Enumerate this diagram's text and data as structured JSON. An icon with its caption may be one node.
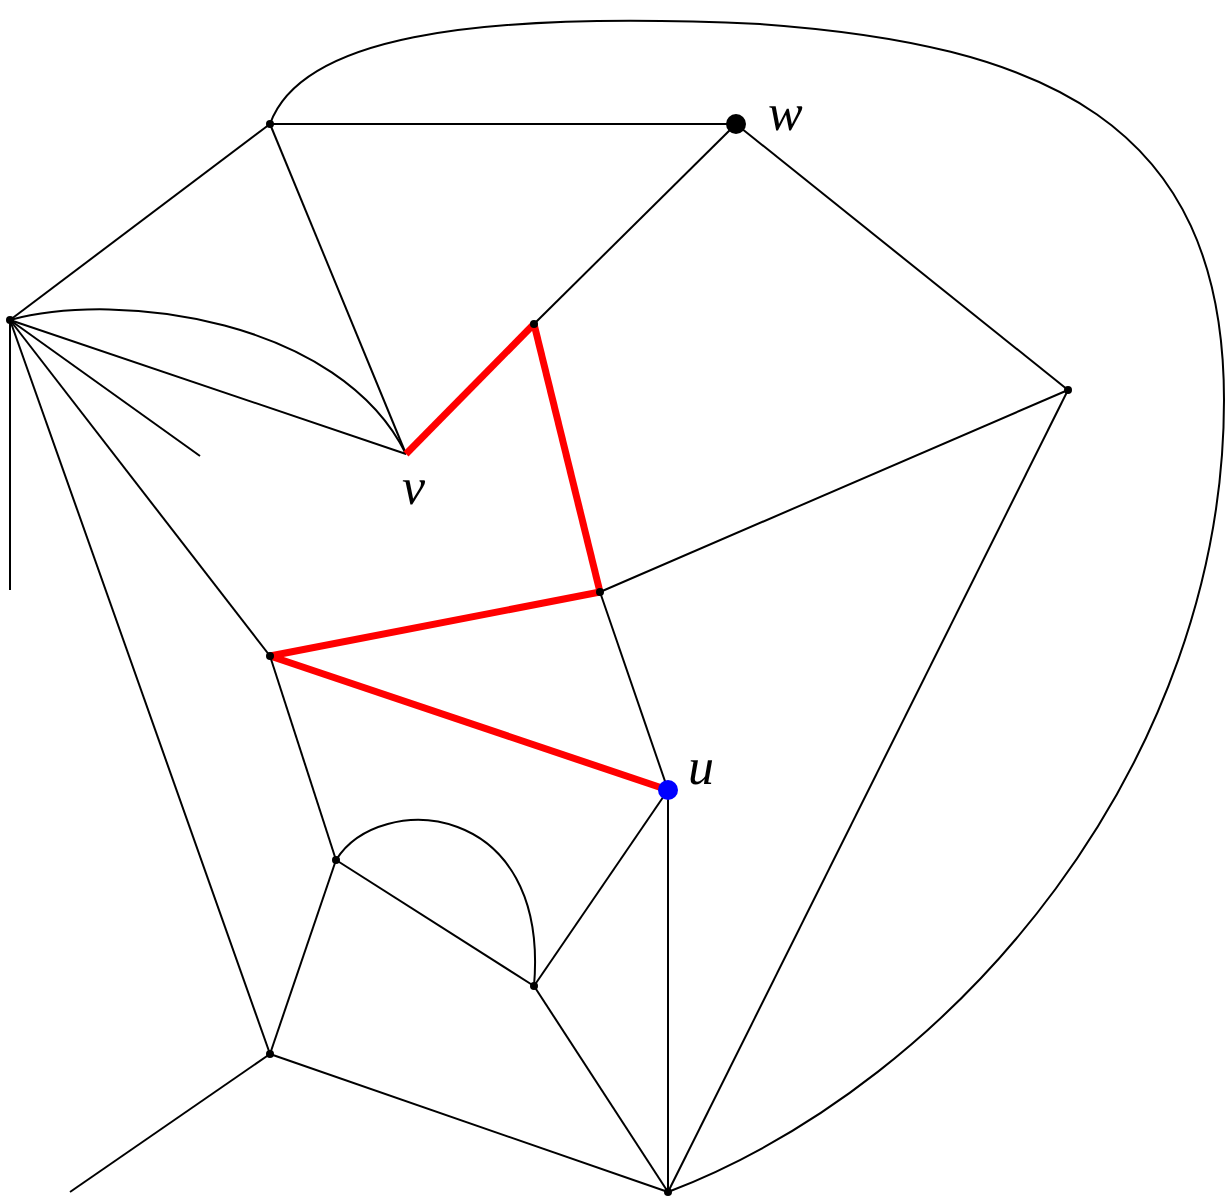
{
  "diagram": {
    "nodes": [
      {
        "text": [],
        "shape": "point"
      },
      {
        "text": [
          "w"
        ]
      },
      {
        "text": [],
        "shape": "point"
      },
      {
        "text": [],
        "shape": "point"
      },
      {
        "text": [],
        "shape": "point"
      },
      {
        "text": [
          "v"
        ]
      },
      {
        "text": [],
        "shape": "point"
      },
      {
        "text": [],
        "shape": "point"
      },
      {
        "text": [
          "u"
        ]
      },
      {
        "text": [],
        "shape": "point"
      },
      {
        "text": [],
        "shape": "point"
      },
      {
        "text": [],
        "shape": "point"
      },
      {
        "text": [],
        "shape": "point"
      }
    ],
    "edges": [
      {
        "from": 0,
        "to": 1,
        "arrow": "none"
      },
      {
        "from": 0,
        "to": 5,
        "arrow": "none"
      },
      {
        "from": 0,
        "to": 2,
        "arrow": "none"
      },
      {
        "from": 0,
        "to": 12,
        "arrow": "none"
      },
      {
        "from": 1,
        "to": 3,
        "arrow": "none"
      },
      {
        "from": 1,
        "to": 4,
        "arrow": "none"
      },
      {
        "from": 2,
        "to": 5,
        "arrow": "none"
      },
      {
        "from": 2,
        "to": 5,
        "arrow": "none"
      },
      {
        "from": 2,
        "to": null,
        "arrow": "none"
      },
      {
        "from": 2,
        "to": null,
        "arrow": "none"
      },
      {
        "from": 2,
        "to": 7,
        "arrow": "none"
      },
      {
        "from": 2,
        "to": 11,
        "arrow": "none"
      },
      {
        "from": 5,
        "to": 3,
        "arrow": "none",
        "style": "thick",
        "color": "#ff0000"
      },
      {
        "from": 3,
        "to": 6,
        "arrow": "none",
        "style": "thick",
        "color": "#ff0000"
      },
      {
        "from": 6,
        "to": 4,
        "arrow": "none"
      },
      {
        "from": 6,
        "to": 7,
        "arrow": "none",
        "style": "thick",
        "color": "#ff0000"
      },
      {
        "from": 6,
        "to": 8,
        "arrow": "none"
      },
      {
        "from": 7,
        "to": 8,
        "arrow": "none",
        "style": "thick",
        "color": "#ff0000"
      },
      {
        "from": 7,
        "to": 9,
        "arrow": "none"
      },
      {
        "from": 9,
        "to": 10,
        "arrow": "none"
      },
      {
        "from": 9,
        "to": 10,
        "arrow": "none"
      },
      {
        "from": 10,
        "to": 8,
        "arrow": "none"
      },
      {
        "from": 8,
        "to": 12,
        "arrow": "none"
      },
      {
        "from": 4,
        "to": 12,
        "arrow": "none"
      },
      {
        "from": 10,
        "to": 12,
        "arrow": "none"
      },
      {
        "from": 11,
        "to": 9,
        "arrow": "none"
      },
      {
        "from": 11,
        "to": 12,
        "arrow": "none"
      },
      {
        "from": 11,
        "to": null,
        "arrow": "none"
      }
    ]
  }
}
